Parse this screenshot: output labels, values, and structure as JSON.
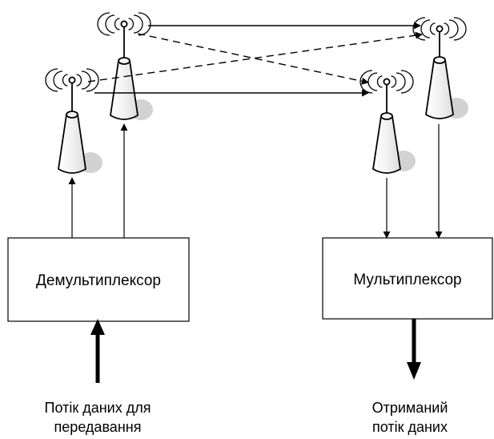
{
  "blocks": {
    "demux_label": "Демультиплексор",
    "mux_label": "Мультиплексор"
  },
  "captions": {
    "input_line1": "Потік даних для",
    "input_line2": "передавання",
    "output_line1": "Отриманий",
    "output_line2": "потік даних"
  },
  "icons": {
    "antenna": "antenna-tower-icon",
    "radio_waves": "radio-waves-icon"
  },
  "colors": {
    "line": "#000000",
    "antenna_fill": "#f4f4f4",
    "antenna_shadow": "#d2d2d2",
    "background": "#ffffff"
  }
}
